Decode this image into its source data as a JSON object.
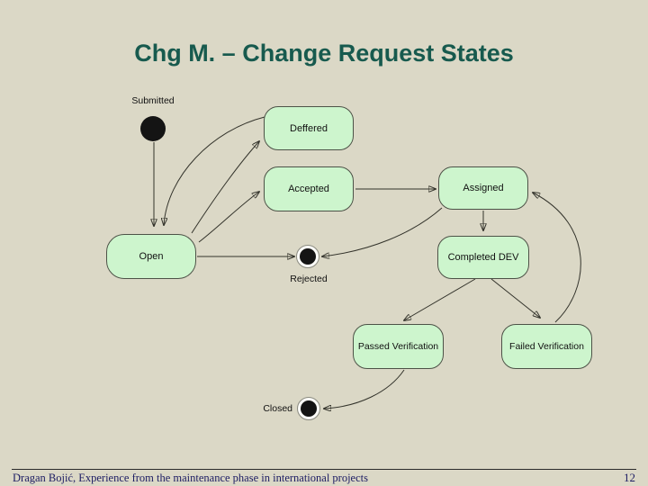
{
  "slide": {
    "title": "Chg M. – Change Request States",
    "footer": "Dragan Bojić, Experience from the maintenance phase in international projects",
    "page_number": "12"
  },
  "colors": {
    "background": "#dbd8c6",
    "title_text": "#175a4e",
    "state_fill": "#cdf5cd",
    "state_border": "#4d5247",
    "edge": "#33332b",
    "footer_text": "#1c1c63",
    "dot_fill": "#141414"
  },
  "diagram": {
    "initial_state": {
      "label": "Submitted"
    },
    "states": [
      {
        "label": "Deffered"
      },
      {
        "label": "Accepted"
      },
      {
        "label": "Assigned"
      },
      {
        "label": "Open"
      },
      {
        "label": "Completed DEV"
      },
      {
        "label": "Passed Verification"
      },
      {
        "label": "Failed Verification"
      }
    ],
    "final_states": [
      {
        "label": "Rejected"
      },
      {
        "label": "Closed"
      }
    ],
    "transitions": [
      {
        "from": "Submitted",
        "to": "Open"
      },
      {
        "from": "Deffered",
        "to": "Open"
      },
      {
        "from": "Open",
        "to": "Deffered"
      },
      {
        "from": "Open",
        "to": "Accepted"
      },
      {
        "from": "Open",
        "to": "Rejected"
      },
      {
        "from": "Accepted",
        "to": "Assigned"
      },
      {
        "from": "Assigned",
        "to": "Rejected"
      },
      {
        "from": "Assigned",
        "to": "Completed DEV"
      },
      {
        "from": "Completed DEV",
        "to": "Passed Verification"
      },
      {
        "from": "Completed DEV",
        "to": "Failed Verification"
      },
      {
        "from": "Failed Verification",
        "to": "Assigned"
      },
      {
        "from": "Passed Verification",
        "to": "Closed"
      }
    ]
  }
}
